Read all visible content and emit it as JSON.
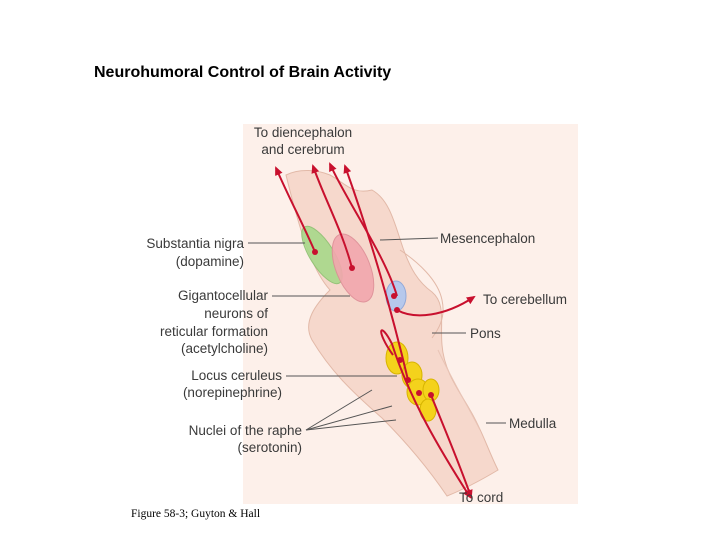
{
  "title": "Neurohumoral Control of Brain Activity",
  "labels": {
    "diencephalon_line1": "To diencephalon",
    "diencephalon_line2": "and cerebrum",
    "substantia_line1": "Substantia nigra",
    "substantia_line2": "(dopamine)",
    "giganto_line1": "Gigantocellular",
    "giganto_line2": "neurons of",
    "giganto_line3": "reticular formation",
    "giganto_line4": "(acetylcholine)",
    "locus_line1": "Locus ceruleus",
    "locus_line2": "(norepinephrine)",
    "raphe_line1": "Nuclei of the raphe",
    "raphe_line2": "(serotonin)",
    "mesencephalon": "Mesencephalon",
    "cerebellum": "To cerebellum",
    "pons": "Pons",
    "medulla": "Medulla",
    "cord": "To cord"
  },
  "caption": "Figure 58-3; Guyton & Hall",
  "colors": {
    "brainstem": "#f6d8cc",
    "pathway": "#c8102e",
    "substantia_nigra": "#a8d88a",
    "gigantocellular": "#f2a7ae",
    "locus_ceruleus": "#f4d21c",
    "raphe": "#b6c8ec",
    "leader_line": "#555555"
  }
}
